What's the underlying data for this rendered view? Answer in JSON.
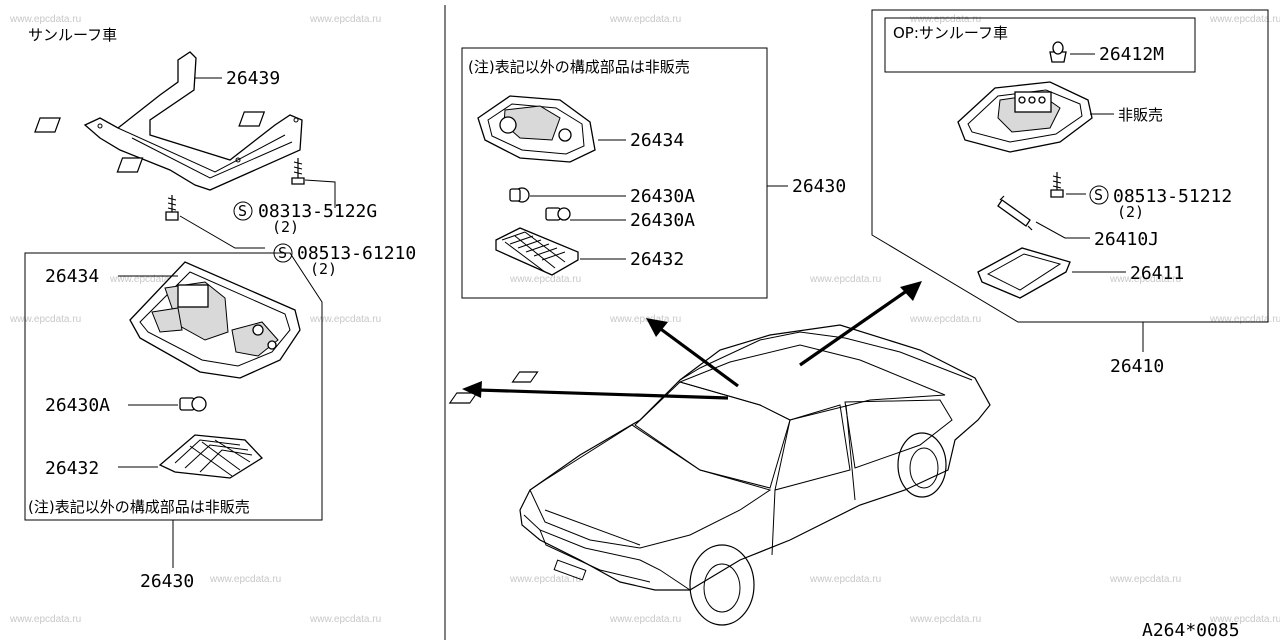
{
  "watermark": "www.epcdata.ru",
  "left": {
    "variant_title": "サンルーフ車",
    "bracket_part": "26439",
    "screw1_part": "08313-5122G",
    "screw1_qty": "(2)",
    "screw2_part": "08513-61210",
    "screw2_qty": "(2)",
    "box": {
      "lamp_part": "26434",
      "bulb_part": "26430A",
      "lens_part": "26432",
      "note": "(注)表記以外の構成部品は非販売"
    },
    "assembly_part": "26430"
  },
  "middle_box": {
    "note": "(注)表記以外の構成部品は非販売",
    "lamp_part": "26434",
    "bulb1_part": "26430A",
    "bulb2_part": "26430A",
    "lens_part": "26432",
    "assembly_part": "26430"
  },
  "right_box": {
    "option_note": "OP:サンルーフ車",
    "switch_part": "26412M",
    "not_sold": "非販売",
    "screw_part": "08513-51212",
    "screw_qty": "(2)",
    "bulb_part": "26410J",
    "lens_part": "26411",
    "assembly_part": "26410"
  },
  "diagram_code": "A264*0085"
}
